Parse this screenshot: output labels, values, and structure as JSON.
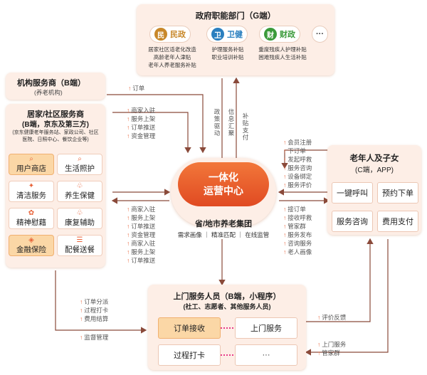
{
  "government": {
    "title": "政府职能部门（G端）",
    "depts": [
      {
        "name": "民政",
        "icon": "民",
        "color": "#c8882a",
        "details": [
          "居家社区适老化改造",
          "高龄老年人津贴",
          "老年人养老服务补贴"
        ]
      },
      {
        "name": "卫健",
        "icon": "卫",
        "color": "#2a7fbf",
        "details": [
          "护理服务补贴",
          "职业培训补贴"
        ]
      },
      {
        "name": "财政",
        "icon": "财",
        "color": "#3a9a3a",
        "details": [
          "重度残疾人护理补贴",
          "困难残疾人生活补贴"
        ]
      }
    ],
    "more": "···"
  },
  "institution": {
    "title": "机构服务商（B端）",
    "subtitle": "(养老机构)"
  },
  "community": {
    "title": "居家/社区服务商",
    "title2": "(B端，京东及第三方)",
    "subtitle": "(京东健康老年服务站、家政公司、社区医院、日照中心、餐饮企业等)",
    "services": [
      {
        "label": "用户商店",
        "icon": "⌕",
        "highlight": true
      },
      {
        "label": "生活照护",
        "icon": "⌕",
        "highlight": false
      },
      {
        "label": "清洁服务",
        "icon": "✦",
        "highlight": false
      },
      {
        "label": "养生保健",
        "icon": "♧",
        "highlight": false
      },
      {
        "label": "精神慰藉",
        "icon": "✿",
        "highlight": false
      },
      {
        "label": "康复辅助",
        "icon": "♧",
        "highlight": false
      },
      {
        "label": "金融保险",
        "icon": "◈",
        "highlight": true
      },
      {
        "label": "配餐送餐",
        "icon": "☰",
        "highlight": false
      }
    ]
  },
  "center": {
    "title_line1": "一体化",
    "title_line2": "运营中心",
    "org": "省/地市养老集团",
    "features": "需求画像 ｜ 精准匹配 ｜ 在线监管"
  },
  "elderly": {
    "title": "老年人及子女",
    "subtitle": "(C端，APP)",
    "buttons": [
      "一键呼叫",
      "预约下单",
      "服务咨询",
      "费用支付"
    ]
  },
  "staff": {
    "title": "上门服务人员（B端，小程序）",
    "subtitle": "(社工、志愿者、其他服务人员)",
    "buttons": [
      "订单接收",
      "上门服务",
      "过程打卡",
      "···"
    ]
  },
  "flows": {
    "to_center_from_inst": "订单",
    "gov_down": [
      "政策驱动"
    ],
    "center_up1": "信息汇聚",
    "center_up2": "补贴支付",
    "community_to_center": [
      "商家入驻",
      "服务上架",
      "订单推送",
      "资金管理"
    ],
    "center_to_community": [
      "商家入驻",
      "服务上架",
      "订单推送",
      "资金管理",
      "商家入驻",
      "服务上架",
      "订单推送"
    ],
    "elderly_to_center": [
      "会员注册",
      "下订单",
      "发起呼救",
      "服务咨询",
      "设备绑定",
      "服务评价"
    ],
    "center_to_elderly": [
      "接订单",
      "接收呼救",
      "管家群",
      "服务发布",
      "咨询服务",
      "老人画像"
    ],
    "center_to_staff": [
      "订单分派",
      "过程打卡",
      "费用结算"
    ],
    "community_to_staff": "监督管理",
    "staff_to_elderly": "评价反馈",
    "elderly_to_staff": [
      "上门服务",
      "管家群"
    ]
  }
}
